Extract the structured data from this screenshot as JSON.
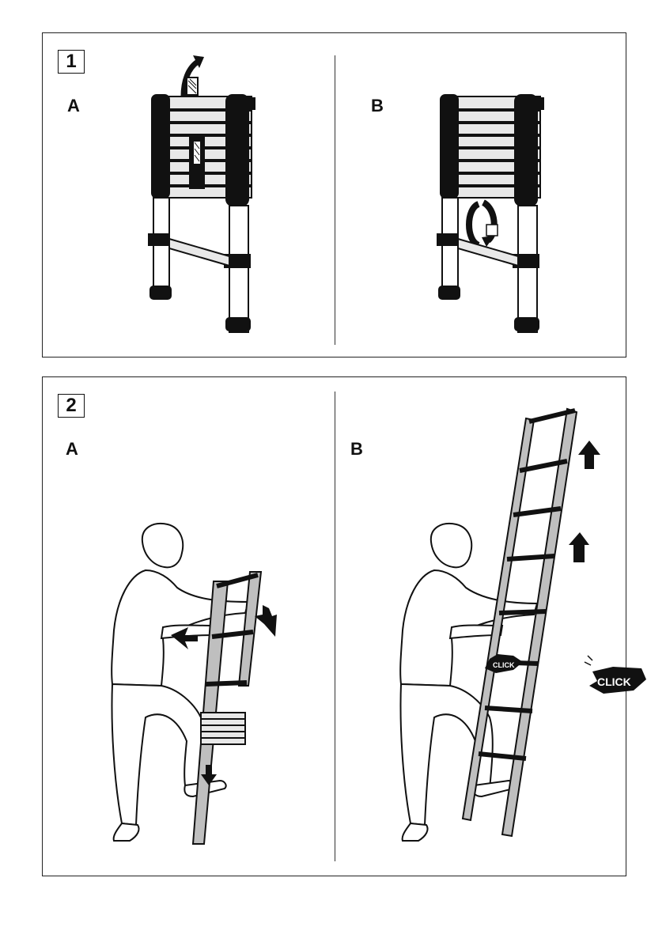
{
  "step1": {
    "number": "1",
    "label_a": "A",
    "label_b": "B"
  },
  "step2": {
    "number": "2",
    "label_a": "A",
    "label_b": "B",
    "click_small": "CLICK",
    "click_large": "CLICK"
  },
  "colors": {
    "line": "#111111",
    "rung_fill": "#e8e8e8",
    "tube_fill": "#bfbfbf"
  },
  "icons": [
    "arrow-up-curved-icon",
    "rotate-lock-icon",
    "push-arrow-icon",
    "arrow-down-icon",
    "arrow-up-icon",
    "click-burst-icon"
  ]
}
